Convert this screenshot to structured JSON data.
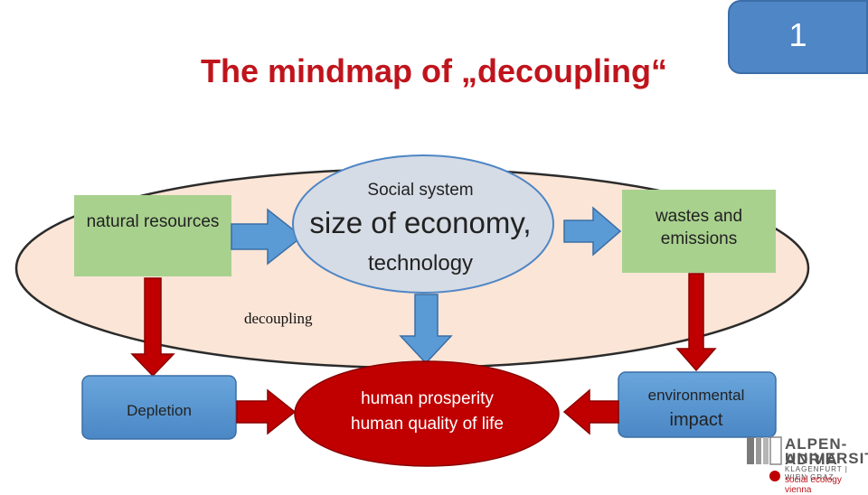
{
  "page": {
    "title": "The mindmap of „decoupling“",
    "number": "1"
  },
  "diagram": {
    "natural_resources": "natural resources",
    "social_system": "Social system",
    "size_of_economy": "size of economy,",
    "technology": "technology",
    "wastes_emissions": "wastes and emissions",
    "decoupling": "decoupling",
    "depletion": "Depletion",
    "human_prosperity_line1": "human prosperity",
    "human_prosperity_line2": "human quality of life",
    "environmental": "environmental",
    "impact": "impact"
  },
  "logo": {
    "line1": "ALPEN-ADRIA",
    "line2": "UNIVERSITÄT",
    "line3": "KLAGENFURT | WIEN GRAZ",
    "line4": "social ecology vienna"
  },
  "colors": {
    "title": "#c0141c",
    "badge": "#4f86c6",
    "green_box": "#a9d18e",
    "blue_box": "#5b9bd5",
    "red_arrow": "#c00000",
    "ellipse_fill": "#fbe5d6",
    "center_ellipse": "#d6dce5",
    "red_ellipse": "#c00000"
  }
}
